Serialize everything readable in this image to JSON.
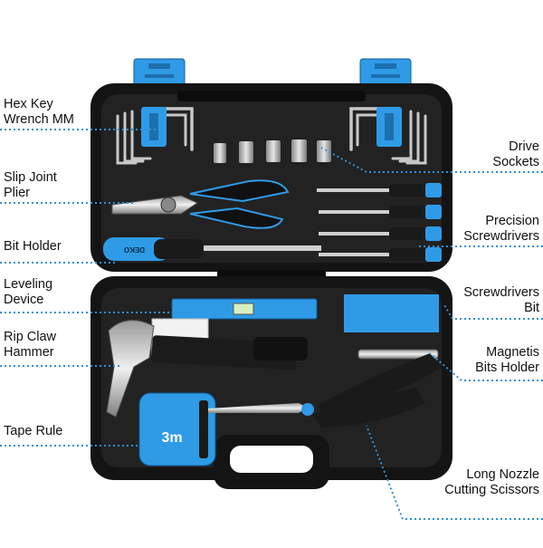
{
  "labels": {
    "hex_key": {
      "line1": "Hex Key",
      "line2": "Wrench MM"
    },
    "slip_joint": {
      "line1": "Slip Joint",
      "line2": "Plier"
    },
    "bit_holder": {
      "line1": "Bit Holder"
    },
    "leveling": {
      "line1": "Leveling",
      "line2": "Device"
    },
    "hammer": {
      "line1": "Rip Claw",
      "line2": "Hammer"
    },
    "tape": {
      "line1": "Tape Rule"
    },
    "drive_sockets": {
      "line1": "Drive",
      "line2": "Sockets"
    },
    "precision": {
      "line1": "Precision",
      "line2": "Screwdrivers"
    },
    "screwdrivers_bit": {
      "line1": "Screwdrivers",
      "line2": "Bit"
    },
    "magnetic_holder": {
      "line1": "Magnetis",
      "line2": "Bits Holder"
    },
    "scissors": {
      "line1": "Long Nozzle",
      "line2": "Cutting Scissors"
    }
  },
  "product": {
    "brand": "DEKO",
    "tape_size": "3m"
  },
  "colors": {
    "accent": "#2f9be6",
    "case": "#141414",
    "tray": "#262626",
    "leader": "#2f8fd8"
  }
}
